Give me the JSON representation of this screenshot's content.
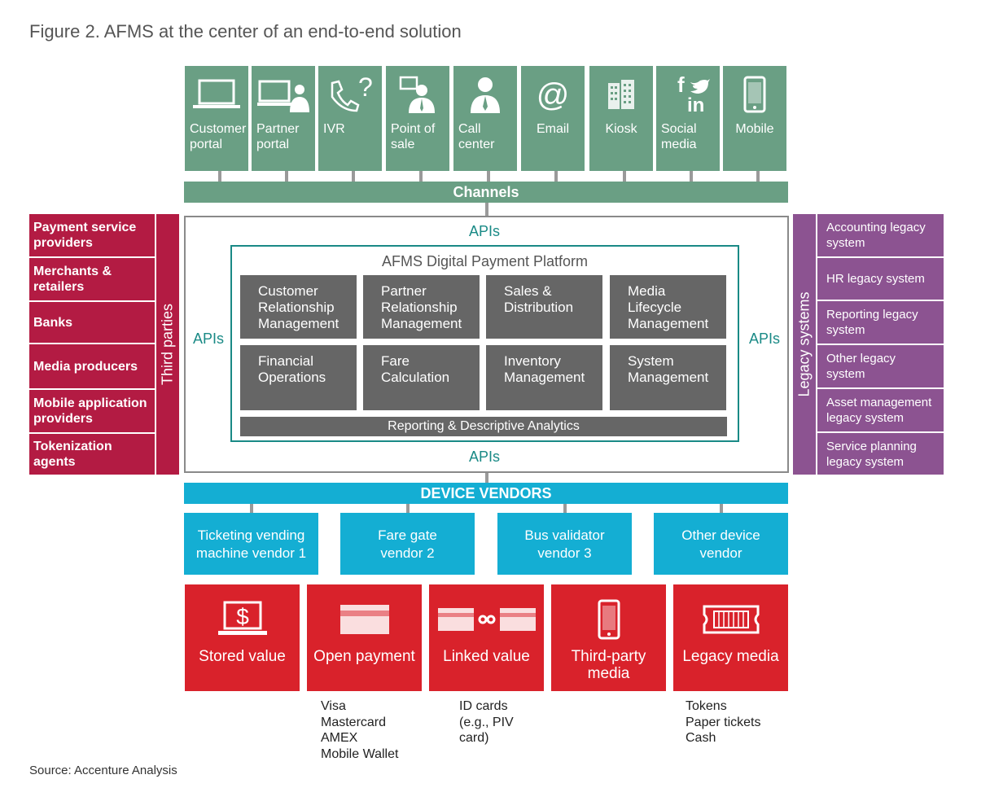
{
  "title": "Figure 2. AFMS at the center of an end-to-end solution",
  "channels": {
    "label": "Channels",
    "items": [
      {
        "label": "Customer\nportal",
        "icon": "laptop-icon"
      },
      {
        "label": "Partner\nportal",
        "icon": "laptop-person-icon"
      },
      {
        "label": "IVR",
        "icon": "phone-question-icon"
      },
      {
        "label": "Point of\nsale",
        "icon": "pos-person-icon"
      },
      {
        "label": "Call\ncenter",
        "icon": "person-icon"
      },
      {
        "label": "Email",
        "icon": "at-icon"
      },
      {
        "label": "Kiosk",
        "icon": "building-icon"
      },
      {
        "label": "Social\nmedia",
        "icon": "social-icon"
      },
      {
        "label": "Mobile",
        "icon": "mobile-icon"
      }
    ]
  },
  "social_glyphs": {
    "f": "f",
    "in": "in"
  },
  "email_glyph": "@",
  "ivr_glyph": "?",
  "third_parties": {
    "label": "Third parties",
    "items": [
      "Payment service providers",
      "Merchants & retailers",
      "Banks",
      "Media producers",
      "Mobile application providers",
      "Tokenization agents"
    ]
  },
  "legacy_systems": {
    "label": "Legacy systems",
    "items": [
      "Accounting legacy system",
      "HR legacy system",
      "Reporting legacy system",
      "Other legacy system",
      "Asset management legacy system",
      "Service planning legacy system"
    ]
  },
  "platform": {
    "apis": "APIs",
    "title": "AFMS Digital Payment Platform",
    "modules": [
      "Customer\nRelationship\nManagement",
      "Partner\nRelationship\nManagement",
      "Sales &\nDistribution",
      "Media\nLifecycle\nManagement",
      "Financial\nOperations",
      "Fare\nCalculation",
      "Inventory\nManagement",
      "System\nManagement"
    ],
    "reporting": "Reporting & Descriptive Analytics"
  },
  "device_vendors": {
    "label": "DEVICE VENDORS",
    "items": [
      "Ticketing vending\nmachine vendor 1",
      "Fare gate\nvendor 2",
      "Bus validator\nvendor 3",
      "Other device\nvendor"
    ]
  },
  "media": {
    "items": [
      {
        "label": "Stored value",
        "icon": "laptop-dollar-icon"
      },
      {
        "label": "Open payment",
        "icon": "card-icon"
      },
      {
        "label": "Linked value",
        "icon": "linked-cards-icon"
      },
      {
        "label": "Third-party\nmedia",
        "icon": "mobile-icon"
      },
      {
        "label": "Legacy media",
        "icon": "ticket-icon"
      }
    ],
    "dollar_glyph": "$",
    "open_payment_sub": "Visa\nMastercard\nAMEX\nMobile Wallet",
    "linked_value_sub": "ID cards\n(e.g., PIV\ncard)",
    "legacy_media_sub": "Tokens\nPaper tickets\nCash"
  },
  "source": "Source: Accenture Analysis",
  "colors": {
    "channels": "#6a9f84",
    "third_parties": "#b31b43",
    "legacy": "#8c5391",
    "platform_module": "#666666",
    "apis": "#1a8a86",
    "device_vendors": "#14aed3",
    "media": "#d9222b"
  }
}
